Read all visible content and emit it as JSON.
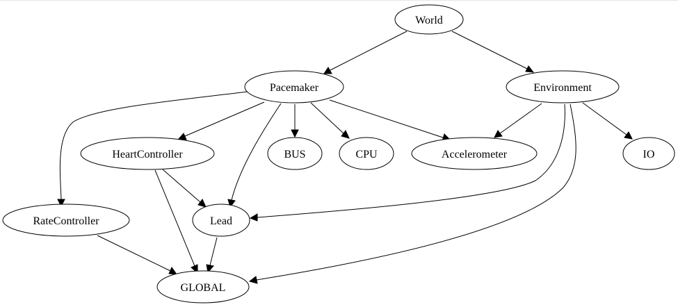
{
  "diagram": {
    "nodes": [
      {
        "id": "world",
        "label": "World"
      },
      {
        "id": "pacemaker",
        "label": "Pacemaker"
      },
      {
        "id": "environment",
        "label": "Environment"
      },
      {
        "id": "heartcontroller",
        "label": "HeartController"
      },
      {
        "id": "bus",
        "label": "BUS"
      },
      {
        "id": "cpu",
        "label": "CPU"
      },
      {
        "id": "accelerometer",
        "label": "Accelerometer"
      },
      {
        "id": "io",
        "label": "IO"
      },
      {
        "id": "ratecontroller",
        "label": "RateController"
      },
      {
        "id": "lead",
        "label": "Lead"
      },
      {
        "id": "global",
        "label": "GLOBAL"
      }
    ],
    "edges": [
      {
        "from": "world",
        "to": "pacemaker"
      },
      {
        "from": "world",
        "to": "environment"
      },
      {
        "from": "pacemaker",
        "to": "ratecontroller"
      },
      {
        "from": "pacemaker",
        "to": "heartcontroller"
      },
      {
        "from": "pacemaker",
        "to": "lead"
      },
      {
        "from": "pacemaker",
        "to": "bus"
      },
      {
        "from": "pacemaker",
        "to": "cpu"
      },
      {
        "from": "pacemaker",
        "to": "accelerometer"
      },
      {
        "from": "environment",
        "to": "accelerometer"
      },
      {
        "from": "environment",
        "to": "io"
      },
      {
        "from": "environment",
        "to": "lead"
      },
      {
        "from": "environment",
        "to": "global"
      },
      {
        "from": "heartcontroller",
        "to": "lead"
      },
      {
        "from": "heartcontroller",
        "to": "global"
      },
      {
        "from": "ratecontroller",
        "to": "global"
      },
      {
        "from": "lead",
        "to": "global"
      }
    ]
  }
}
